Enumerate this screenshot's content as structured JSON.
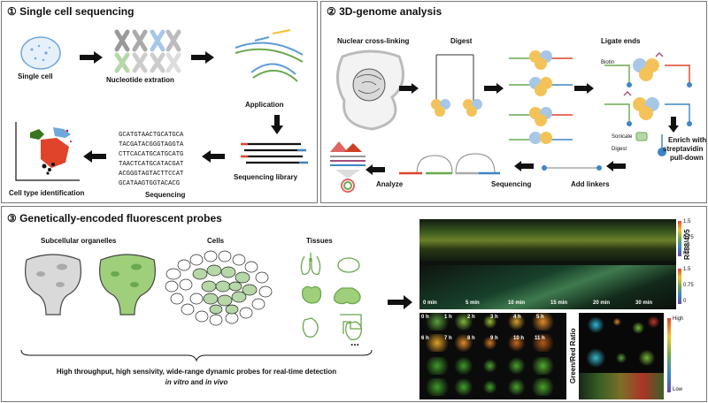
{
  "panel1": {
    "title": "① Single cell sequencing",
    "single_cell": "Single cell",
    "nucleotide_extraction": "Nucleotide extration",
    "application": "Application",
    "sequencing_library": "Sequencing library",
    "sequencing": "Sequencing",
    "cell_type_identification": "Cell type identification",
    "sequences": [
      "GCATGTAACTGCATGCA",
      "TACGATACGGGTAGGTA",
      "CTTCACATGCATGCATG",
      "TAACTCATGCATACGAT",
      "ACGGGTAGTACTTCCAT",
      "GCATAAGTGGTACACG"
    ]
  },
  "panel2": {
    "title": "② 3D-genome analysis",
    "nuclear_crosslinking": "Nuclear cross-linking",
    "digest": "Digest",
    "ligate_ends": "Ligate ends",
    "biotin": "Biotin",
    "sonicate": "Sonicate",
    "digest_small": "Digest",
    "enrich_1": "Enrich with",
    "enrich_2": "streptavidin",
    "enrich_3": "pull-down",
    "add_linkers": "Add linkers",
    "sequencing": "Sequencing",
    "analyze": "Analyze"
  },
  "panel3": {
    "title": "③ Genetically-encoded fluorescent probes",
    "subcellular": "Subcellular organelles",
    "cells": "Cells",
    "tissues": "Tissues",
    "ellipsis": "...",
    "caption_line1": "High throughput, high sensivity, wide-range dynamic probes for real-time detection",
    "caption_line2_a": "in vitro",
    "caption_line2_b": " and ",
    "caption_line2_c": "in vivo"
  },
  "micro_top": {
    "times": [
      "0 min",
      "5 min",
      "10 min",
      "15 min",
      "20 min",
      "30 min"
    ],
    "ratio_label": "R488/405",
    "scale1_top": "1.5",
    "scale1_mid": "0.75",
    "scale1_bot": "0",
    "scale2_top": "1.5",
    "scale2_mid": "0.75",
    "scale2_bot": "0"
  },
  "micro_bottom": {
    "hours_row1": [
      "0 h",
      "1 h",
      "2 h",
      "3 h",
      "4 h",
      "5 h"
    ],
    "hours_row2": [
      "6 h",
      "7 h",
      "8 h",
      "9 h",
      "10 h",
      "11 h"
    ],
    "green_red_ratio": "Green/Red Ratio",
    "high": "High",
    "low": "Low"
  },
  "colors": {
    "green": "#8cc063",
    "blue": "#6fa8dc",
    "gold": "#f3c35a",
    "red": "#e0442a",
    "gray": "#c8c8c8"
  }
}
